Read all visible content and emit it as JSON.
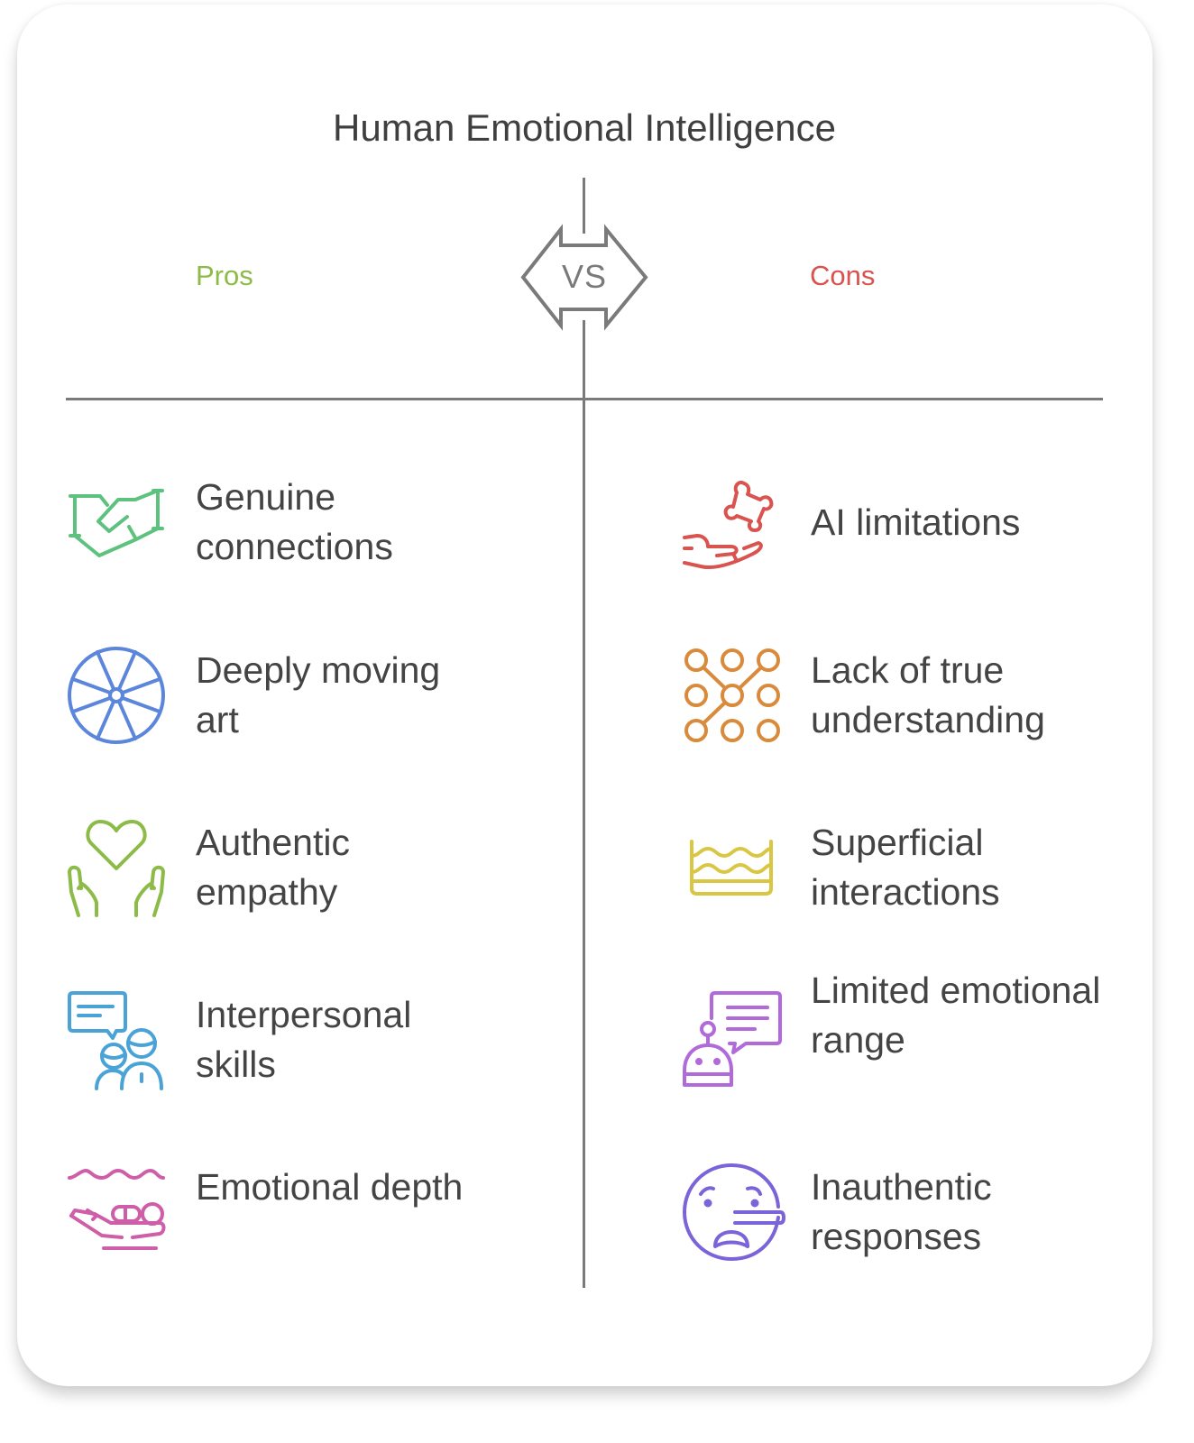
{
  "title": "Human Emotional Intelligence",
  "vs_label": "VS",
  "pros": {
    "label": "Pros",
    "color": "#8dbb48",
    "items": [
      {
        "text": "Genuine connections",
        "icon": "handshake-icon",
        "color": "#5ec27f"
      },
      {
        "text": "Deeply moving art",
        "icon": "wheel-icon",
        "color": "#5b86dc"
      },
      {
        "text": "Authentic empathy",
        "icon": "heart-hands-icon",
        "color": "#8dbb48"
      },
      {
        "text": "Interpersonal skills",
        "icon": "chat-people-icon",
        "color": "#4aa3d6"
      },
      {
        "text": "Emotional depth",
        "icon": "hand-waves-icon",
        "color": "#cf5ea8"
      }
    ]
  },
  "cons": {
    "label": "Cons",
    "color": "#d9534f",
    "items": [
      {
        "text": "AI limitations",
        "icon": "puzzle-hand-icon",
        "color": "#d9534f"
      },
      {
        "text": "Lack of true understanding",
        "icon": "node-grid-icon",
        "color": "#d98a3a"
      },
      {
        "text": "Superficial interactions",
        "icon": "water-container-icon",
        "color": "#d9c642"
      },
      {
        "text": "Limited emotional range",
        "icon": "robot-chat-icon",
        "color": "#b06ad9"
      },
      {
        "text": "Inauthentic responses",
        "icon": "lying-face-icon",
        "color": "#7b63d9"
      }
    ]
  }
}
